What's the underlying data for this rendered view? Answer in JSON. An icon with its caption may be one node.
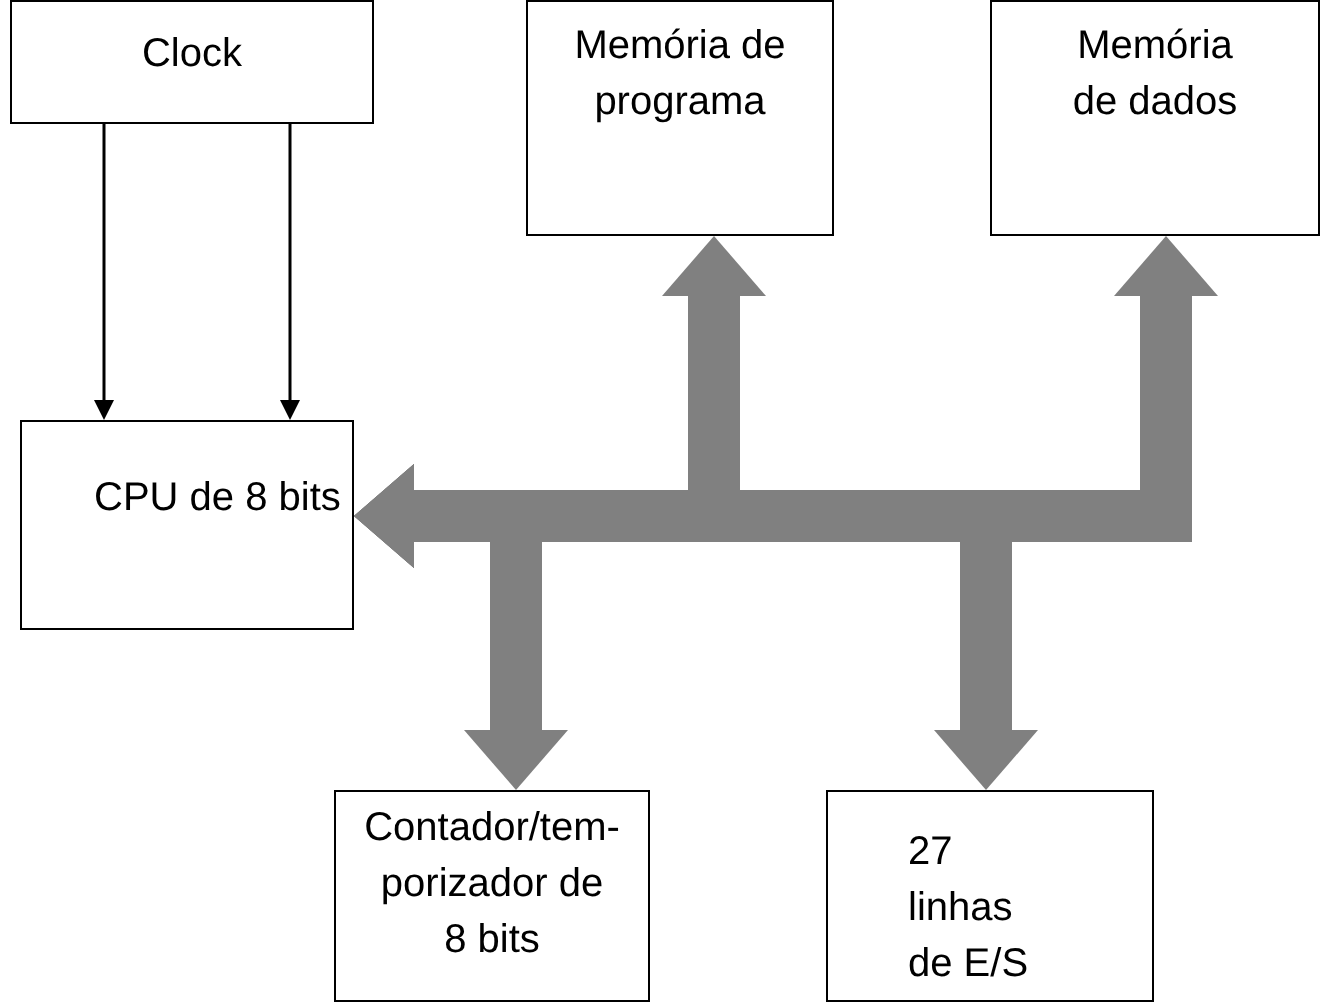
{
  "diagram": {
    "nodes": [
      {
        "text": [
          "Clock"
        ]
      },
      {
        "text": [
          "Memória de programa"
        ]
      },
      {
        "text": [
          "Memória de dados"
        ]
      },
      {
        "text": [
          "CPU de 8 bits"
        ]
      },
      {
        "text": [
          "Contador/tem- porizador de 8 bits"
        ]
      },
      {
        "text": [
          "27 linhas de E/S"
        ]
      }
    ],
    "edges": [
      {
        "from": 0,
        "to": 3,
        "arrow": "to",
        "color": "#000000"
      },
      {
        "from": 0,
        "to": 3,
        "arrow": "to",
        "color": "#000000"
      },
      {
        "from": 3,
        "to": 1,
        "arrow": "both"
      },
      {
        "from": 3,
        "to": 2,
        "arrow": "both"
      },
      {
        "from": 3,
        "to": 4,
        "arrow": "both"
      },
      {
        "from": 3,
        "to": 5,
        "arrow": "both"
      }
    ]
  }
}
